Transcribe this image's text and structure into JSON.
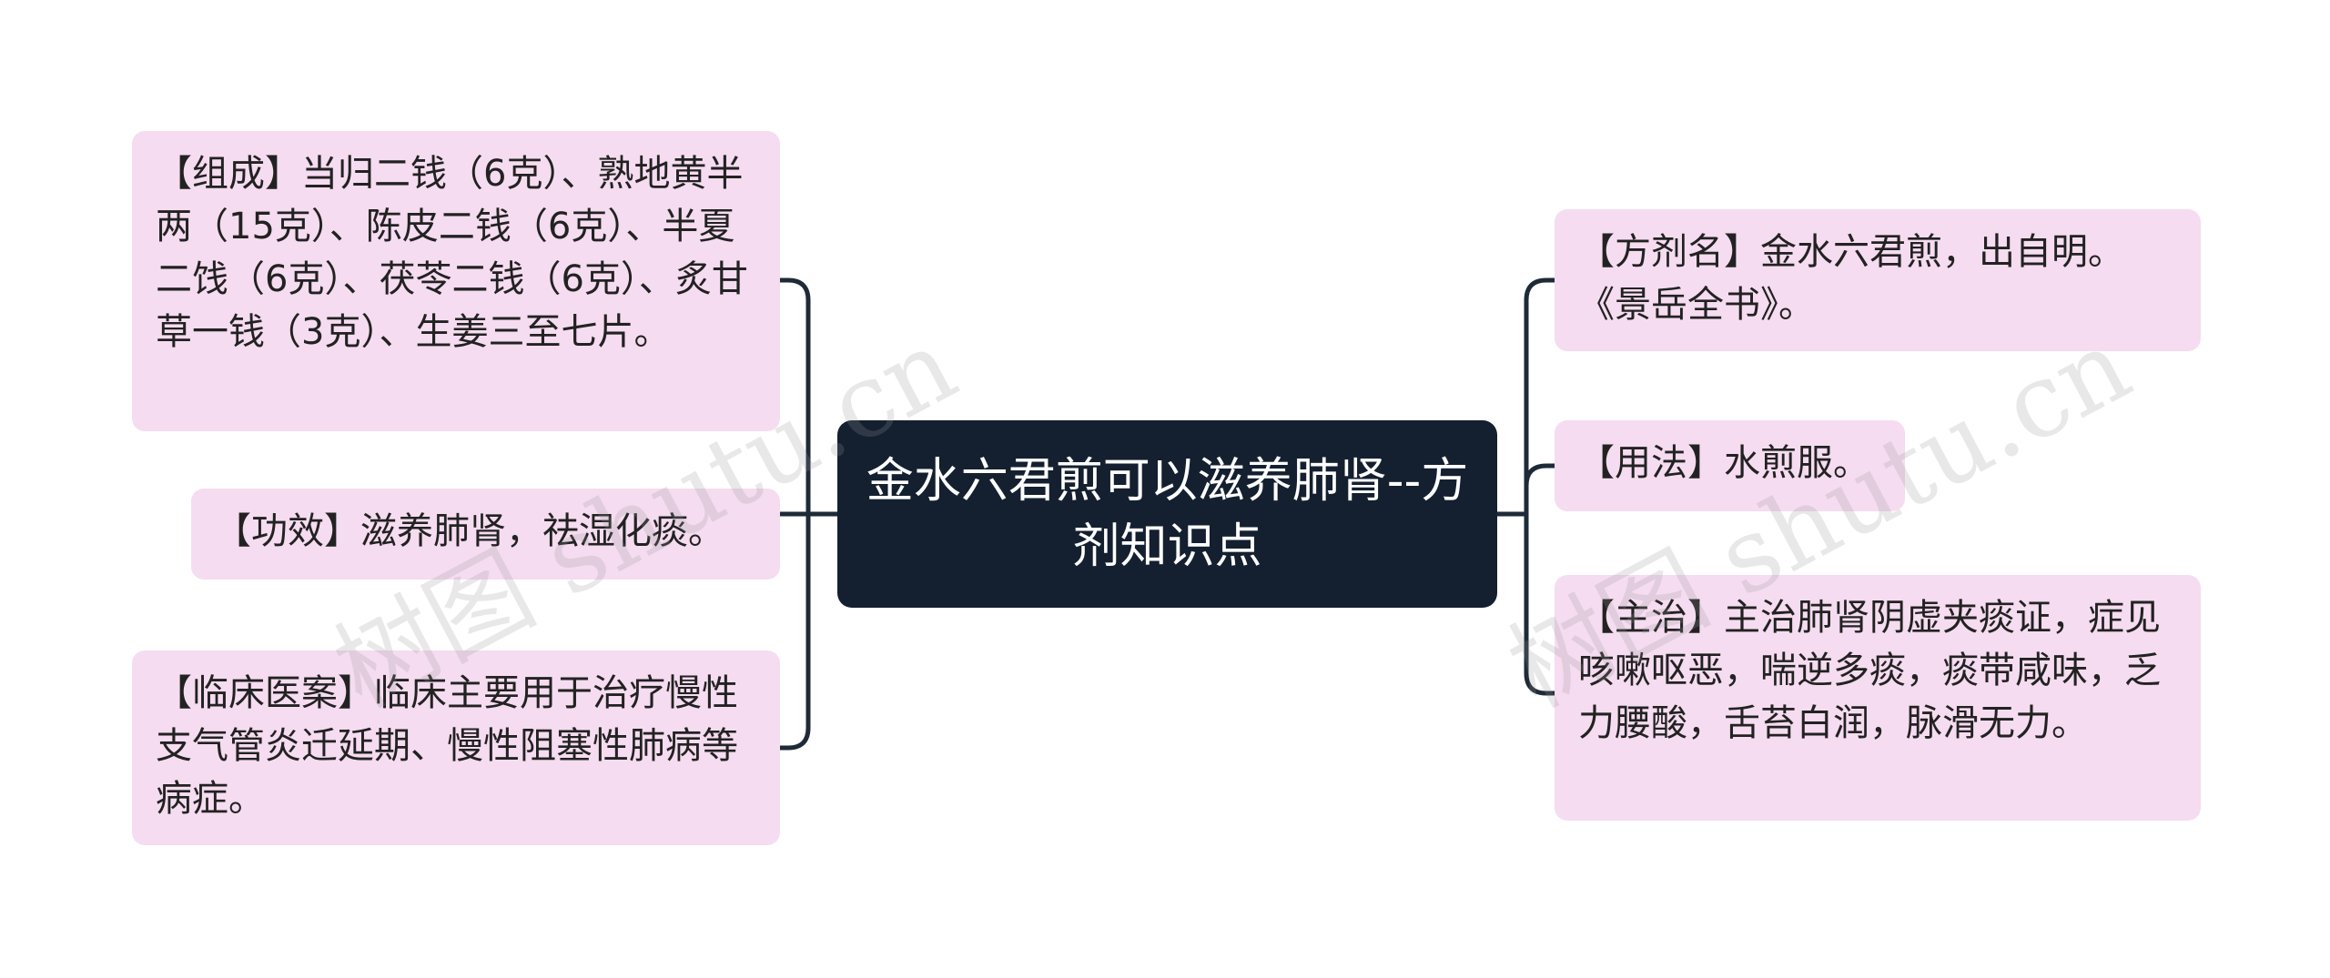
{
  "center": {
    "title": "金水六君煎可以滋养肺肾--方剂知识点"
  },
  "left_nodes": [
    {
      "text": "【组成】当归二钱（6克）、熟地黄半两（15克）、陈皮二钱（6克）、半夏二饯（6克）、茯苓二钱（6克）、炙甘草一钱（3克）、生姜三至七片。"
    },
    {
      "text": "【功效】滋养肺肾，祛湿化痰。"
    },
    {
      "text": "【临床医案】临床主要用于治疗慢性支气管炎迁延期、慢性阻塞性肺病等病症。"
    }
  ],
  "right_nodes": [
    {
      "text": "【方剂名】金水六君煎，出自明。《景岳全书》。"
    },
    {
      "text": "【用法】水煎服。"
    },
    {
      "text": "【主治】主治肺肾阴虚夹痰证，症见咳嗽呕恶，喘逆多痰，痰带咸味，乏力腰酸，舌苔白润，脉滑无力。"
    }
  ],
  "watermark": "树图 shutu.cn",
  "colors": {
    "node_bg": "#f5dcf0",
    "center_bg": "#142030",
    "line": "#1e2a38"
  }
}
